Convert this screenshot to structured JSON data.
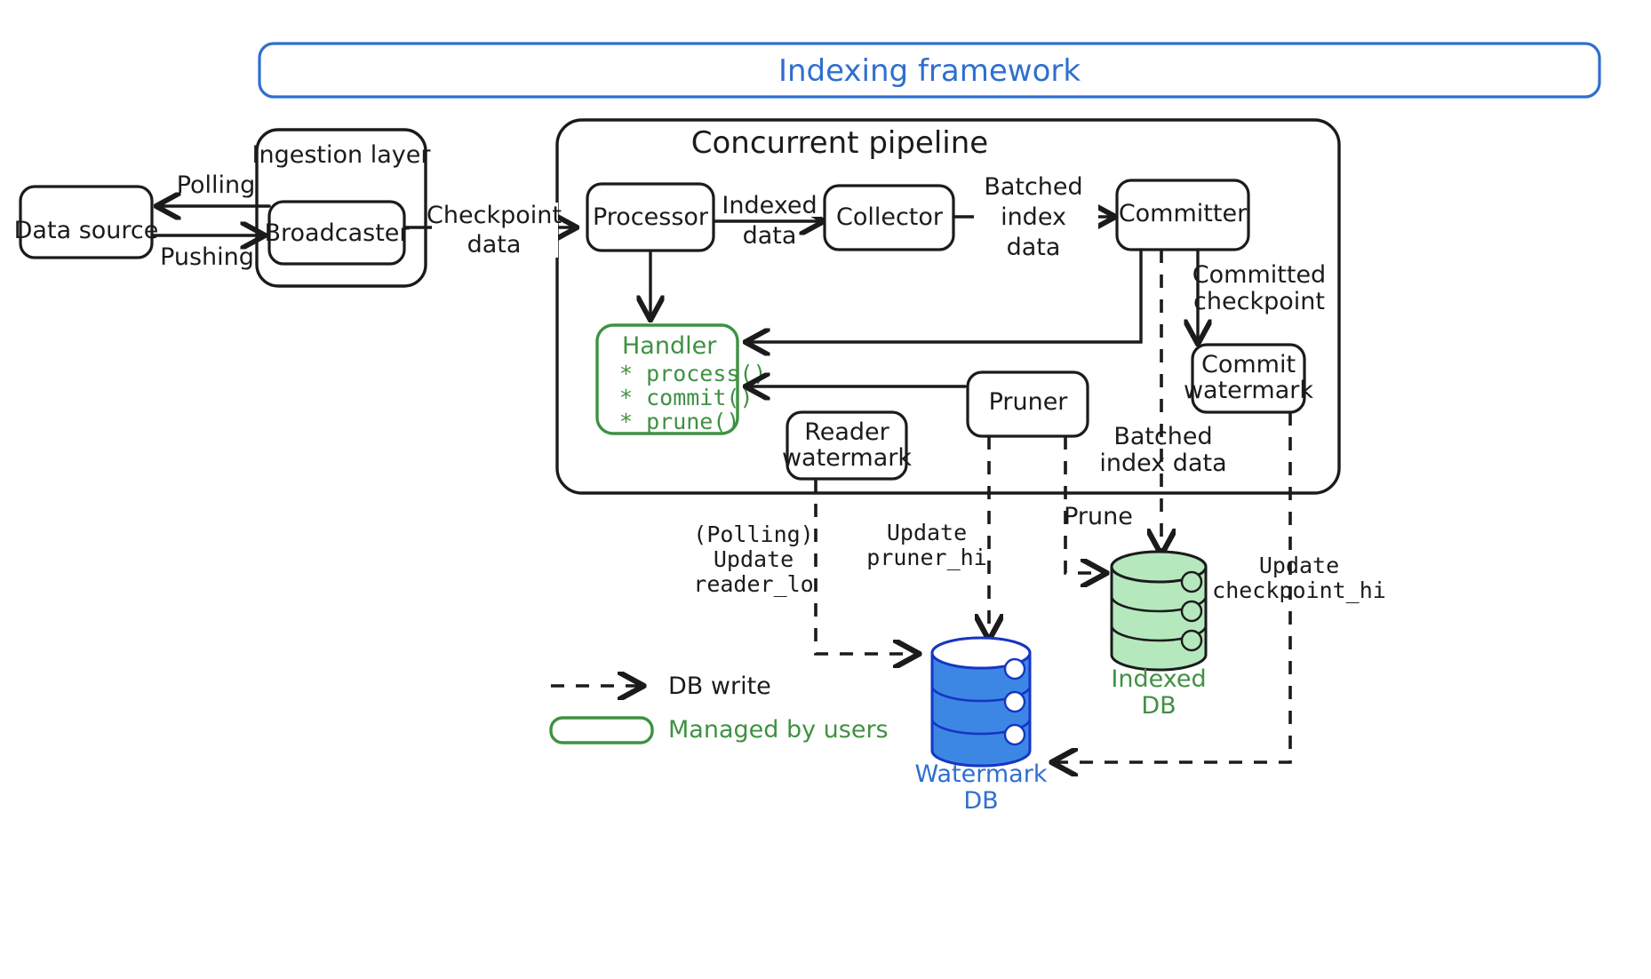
{
  "diagram": {
    "title": "Indexing framework",
    "subsystems": {
      "indexing_framework": "Indexing framework",
      "ingestion_layer": "Ingestion layer",
      "concurrent_pipeline": "Concurrent pipeline"
    },
    "nodes": {
      "data_source": "Data source",
      "broadcaster": "Broadcaster",
      "processor": "Processor",
      "collector": "Collector",
      "committer": "Committer",
      "commit_watermark_1": "Commit",
      "commit_watermark_2": "watermark",
      "pruner": "Pruner",
      "reader_watermark_1": "Reader",
      "reader_watermark_2": "watermark"
    },
    "handler": {
      "title": "Handler",
      "methods": [
        "* process()",
        "* commit()",
        "* prune()"
      ]
    },
    "databases": {
      "indexed_db_1": "Indexed",
      "indexed_db_2": "DB",
      "watermark_db_1": "Watermark",
      "watermark_db_2": "DB"
    },
    "edge_labels": {
      "polling": "Polling",
      "pushing": "Pushing",
      "checkpoint_data_1": "Checkpoint",
      "checkpoint_data_2": "data",
      "indexed_data_1": "Indexed",
      "indexed_data_2": "data",
      "batched_index_data_1": "Batched",
      "batched_index_data_2": "index",
      "batched_index_data_3": "data",
      "committed_checkpoint_1": "Committed",
      "committed_checkpoint_2": "checkpoint",
      "batched_index_data_b1": "Batched",
      "batched_index_data_b2": "index data",
      "prune": "Prune",
      "polling_paren": "(Polling)",
      "update_reader_lo_1": "Update",
      "update_reader_lo_2": "reader_lo",
      "update_pruner_hi_1": "Update",
      "update_pruner_hi_2": "pruner_hi",
      "update_checkpoint_hi_1": "Update",
      "update_checkpoint_hi_2": "checkpoint_hi"
    },
    "legend": {
      "db_write": "DB write",
      "managed_by_users": "Managed by users"
    },
    "colors": {
      "green": "#3f9142",
      "green_fill": "#b6e8bd",
      "blue": "#2f6fd0",
      "blue_fill": "#3d87e4",
      "blue_stroke": "#1536c4",
      "ink": "#1b1b1b"
    }
  }
}
